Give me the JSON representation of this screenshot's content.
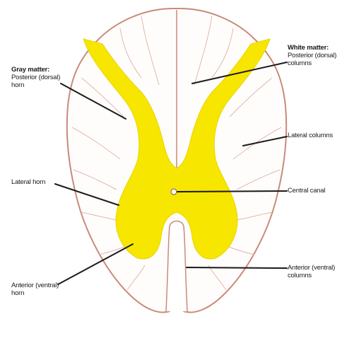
{
  "diagram": {
    "colors": {
      "gray_matter": "#f7e600",
      "white_matter_outline": "#c98a7a",
      "background": "#ffffff",
      "leader_line": "#1a1a1a"
    },
    "labels": {
      "gray_matter_title": "Gray matter:",
      "posterior_horn_1": "Posterior (dorsal)",
      "posterior_horn_2": "horn",
      "lateral_horn": "Lateral horn",
      "anterior_horn_1": "Anterior (ventral)",
      "anterior_horn_2": "horn",
      "white_matter_title": "White matter:",
      "posterior_columns_1": "Posterior (dorsal)",
      "posterior_columns_2": "columns",
      "lateral_columns": "Lateral columns",
      "central_canal": "Central canal",
      "anterior_columns_1": "Anterior (ventral)",
      "anterior_columns_2": "columns"
    }
  }
}
